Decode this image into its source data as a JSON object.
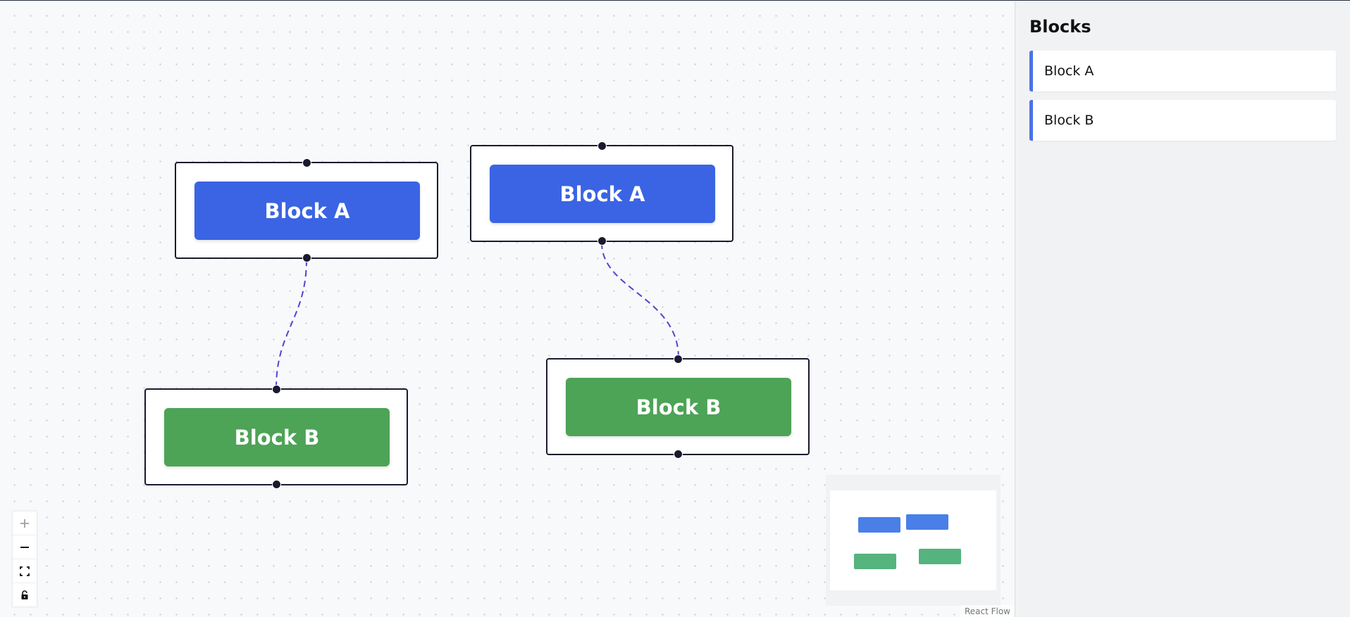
{
  "canvas": {
    "nodes": [
      {
        "id": "node-a1",
        "label": "Block A",
        "type": "A",
        "color": "#3a64e4"
      },
      {
        "id": "node-a2",
        "label": "Block A",
        "type": "A",
        "color": "#3a64e4"
      },
      {
        "id": "node-b1",
        "label": "Block B",
        "type": "B",
        "color": "#4da356"
      },
      {
        "id": "node-b2",
        "label": "Block B",
        "type": "B",
        "color": "#4da356"
      }
    ],
    "edges": [
      {
        "source": "node-a1",
        "target": "node-b1",
        "style": "dashed",
        "color": "#5b3fd6"
      },
      {
        "source": "node-a2",
        "target": "node-b2",
        "style": "dashed",
        "color": "#5b3fd6"
      }
    ],
    "attribution": "React Flow"
  },
  "controls": {
    "zoom_in_icon": "plus-icon",
    "zoom_out_icon": "minus-icon",
    "fit_view_icon": "fit-view-icon",
    "lock_icon": "lock-icon"
  },
  "sidebar": {
    "title": "Blocks",
    "items": [
      {
        "label": "Block A",
        "accent": "#4a72e8"
      },
      {
        "label": "Block B",
        "accent": "#4a72e8"
      }
    ]
  },
  "colors": {
    "block_a": "#3a64e4",
    "block_b": "#4da356",
    "edge": "#5b3fd6",
    "node_border": "#1a1a2e"
  }
}
